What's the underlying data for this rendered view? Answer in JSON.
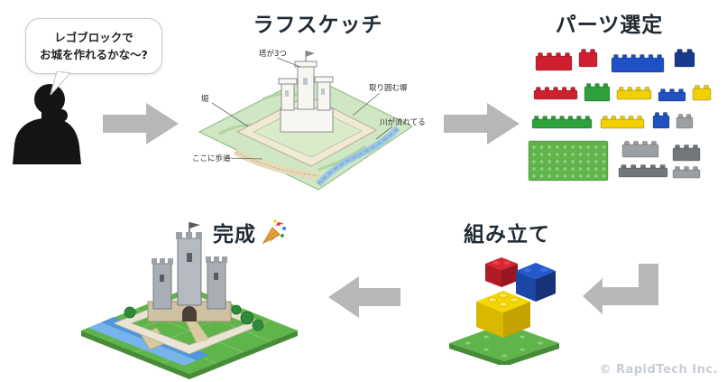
{
  "page": {
    "watermark": "© RapidTech Inc.",
    "background_color": "#ffffff"
  },
  "colors": {
    "title_text": "#212b36",
    "arrow_gray": "#b5b7b9",
    "lego_red": "#cf2030",
    "lego_blue": "#1f51c4",
    "lego_navy": "#173a8a",
    "lego_green": "#2ea03c",
    "lego_baseplate_green": "#5fb54a",
    "lego_yellow": "#f2cf00",
    "lego_gray": "#9aa0a4",
    "lego_gray_dark": "#71777b"
  },
  "speech_bubble": {
    "line1": "レゴブロックで",
    "line2": "お城を作れるかな〜?"
  },
  "steps": {
    "sketch": {
      "title": "ラフスケッチ"
    },
    "parts": {
      "title": "パーツ選定"
    },
    "assembly": {
      "title": "組み立て"
    },
    "complete": {
      "title": "完成",
      "icon": "party-popper"
    }
  },
  "sketch_annotations": {
    "towers": "塔が3つ",
    "moat": "堀",
    "wall": "取り囲む塀",
    "river": "川が流れてる",
    "walkway": "ここに歩道"
  }
}
